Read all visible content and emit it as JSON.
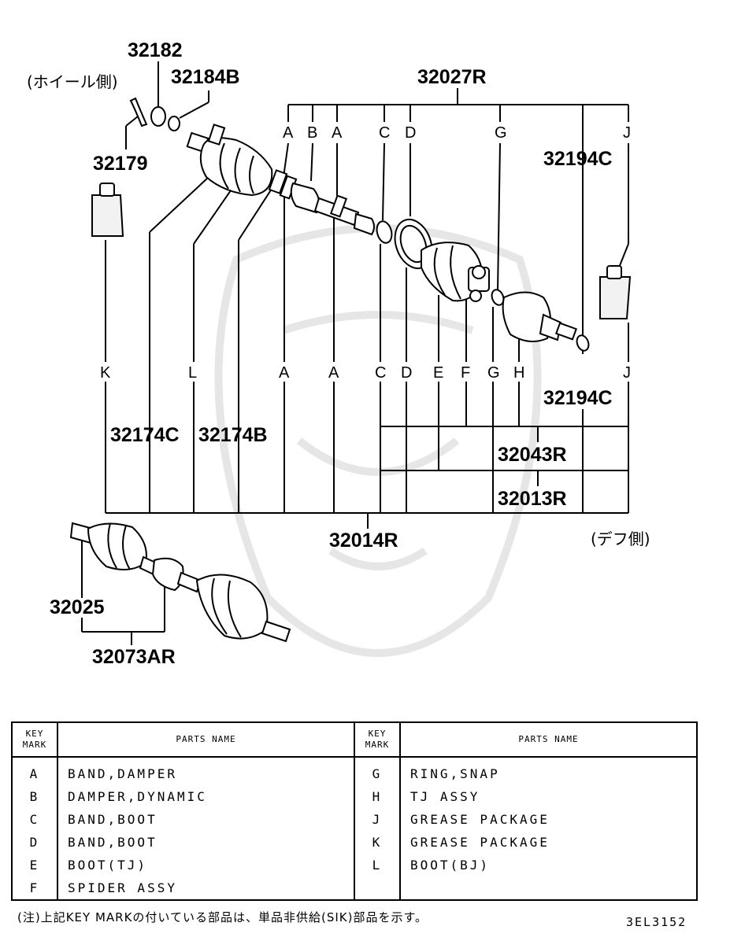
{
  "diagram": {
    "side_labels": {
      "wheel_side": "(ホイール側)",
      "diff_side": "(デフ側)"
    },
    "part_numbers": {
      "p32182": "32182",
      "p32184B": "32184B",
      "p32179": "32179",
      "p32027R": "32027R",
      "p32194C_top": "32194C",
      "p32194C_bottom": "32194C",
      "p32174C": "32174C",
      "p32174B": "32174B",
      "p32043R": "32043R",
      "p32013R": "32013R",
      "p32014R": "32014R",
      "p32025": "32025",
      "p32073AR": "32073AR"
    },
    "top_marks": [
      "A",
      "B",
      "A",
      "C",
      "D",
      "G",
      "J"
    ],
    "bottom_marks": [
      "K",
      "L",
      "A",
      "A",
      "C",
      "D",
      "E",
      "F",
      "G",
      "H",
      "J"
    ]
  },
  "table": {
    "header": {
      "key_mark_line1": "KEY",
      "key_mark_line2": "MARK",
      "parts_name": "PARTS NAME"
    },
    "left_rows": [
      {
        "key": "A",
        "name": "BAND,DAMPER"
      },
      {
        "key": "B",
        "name": "DAMPER,DYNAMIC"
      },
      {
        "key": "C",
        "name": "BAND,BOOT"
      },
      {
        "key": "D",
        "name": "BAND,BOOT"
      },
      {
        "key": "E",
        "name": "BOOT(TJ)"
      },
      {
        "key": "F",
        "name": "SPIDER ASSY"
      }
    ],
    "right_rows": [
      {
        "key": "G",
        "name": "RING,SNAP"
      },
      {
        "key": "H",
        "name": "TJ ASSY"
      },
      {
        "key": "J",
        "name": "GREASE PACKAGE"
      },
      {
        "key": "K",
        "name": "GREASE PACKAGE"
      },
      {
        "key": "L",
        "name": "BOOT(BJ)"
      },
      {
        "key": "",
        "name": ""
      }
    ]
  },
  "footer": {
    "note": "(注)上記KEY MARKの付いている部品は、単品非供給(SIK)部品を示す。",
    "code": "3EL3152"
  }
}
